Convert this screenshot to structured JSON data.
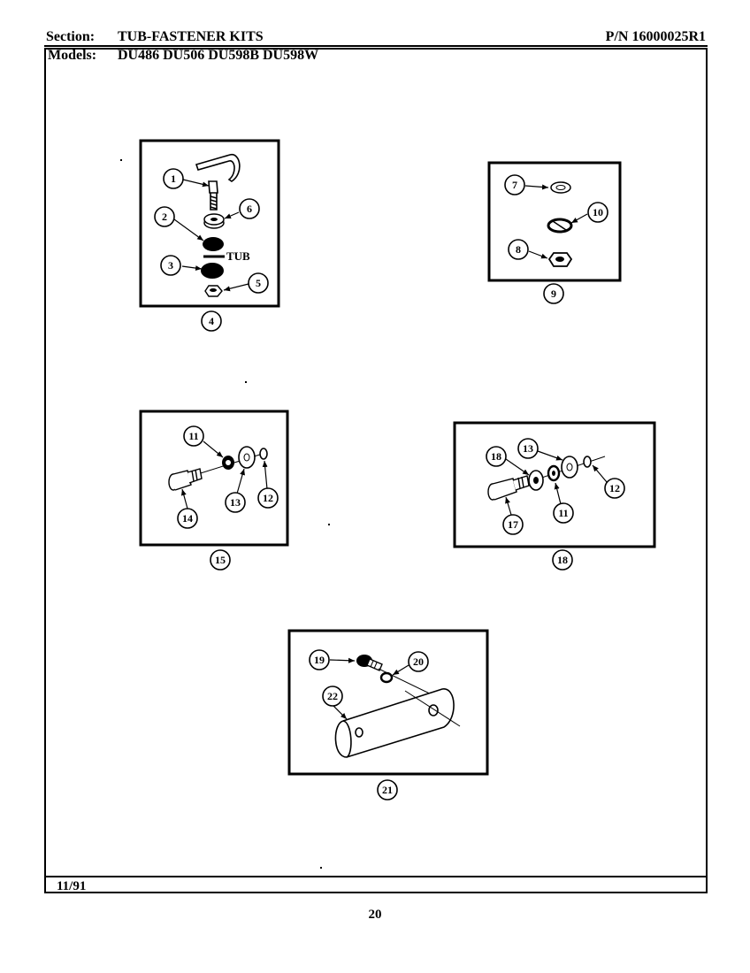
{
  "header": {
    "section_label": "Section:",
    "section_title": "TUB-FASTENER KITS",
    "part_number": "P/N 16000025R1",
    "models_label": "Models:",
    "models": "DU486  DU506  DU598B  DU598W"
  },
  "footer": {
    "date": "11/91",
    "page_number": "20"
  },
  "kits": [
    {
      "kit_number": "4",
      "tub_label": "TUB",
      "callouts": [
        "1",
        "2",
        "3",
        "5",
        "6"
      ]
    },
    {
      "kit_number": "9",
      "callouts": [
        "7",
        "8",
        "10"
      ]
    },
    {
      "kit_number": "15",
      "callouts": [
        "11",
        "12",
        "13",
        "14"
      ]
    },
    {
      "kit_number": "18",
      "callouts": [
        "11",
        "12",
        "13",
        "17",
        "18"
      ]
    },
    {
      "kit_number": "21",
      "callouts": [
        "19",
        "20",
        "22"
      ]
    }
  ]
}
